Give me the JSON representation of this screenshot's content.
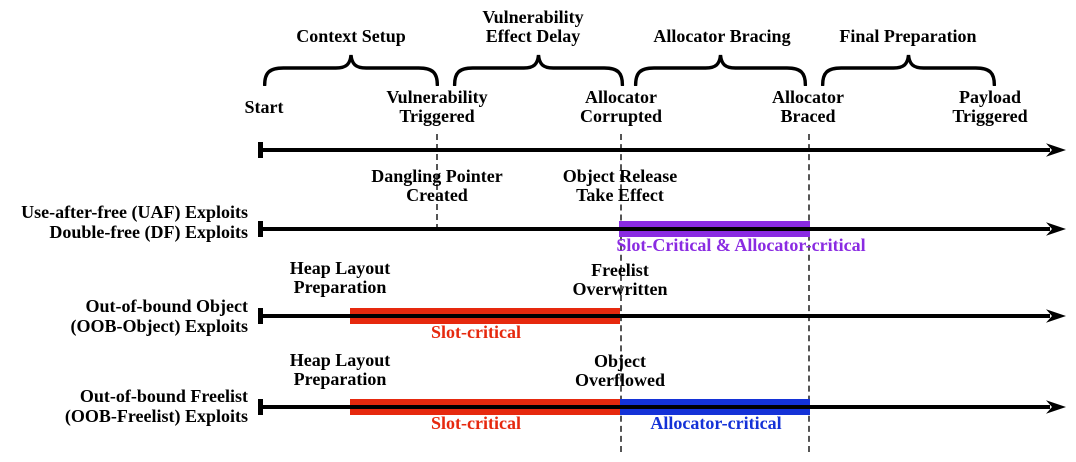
{
  "colors": {
    "slot_critical": "#E6290E",
    "allocator_critical": "#1432D7",
    "slot_and_allocator_critical": "#8A2BE2",
    "line": "#000000",
    "dashed": "#555555"
  },
  "header": {
    "phases": [
      {
        "label": "Context Setup"
      },
      {
        "label": "Vulnerability\nEffect Delay"
      },
      {
        "label": "Allocator Bracing"
      },
      {
        "label": "Final Preparation"
      }
    ],
    "milestones": [
      {
        "label": "Start"
      },
      {
        "label": "Vulnerability\nTriggered"
      },
      {
        "label": "Allocator\nCorrupted"
      },
      {
        "label": "Allocator\nBraced"
      },
      {
        "label": "Payload\nTriggered"
      }
    ]
  },
  "rows": [
    {
      "label": "Use-after-free (UAF) Exploits\nDouble-free (DF) Exploits",
      "events": [
        {
          "label": "Dangling Pointer\nCreated"
        },
        {
          "label": "Object Release\nTake Effect"
        }
      ],
      "bars": [
        {
          "type": "slot-and-allocator-critical",
          "caption": "Slot-Critical & Allocator-critical"
        }
      ]
    },
    {
      "label": "Out-of-bound Object\n(OOB-Object) Exploits",
      "events": [
        {
          "label": "Heap Layout\nPreparation"
        },
        {
          "label": "Freelist\nOverwritten"
        }
      ],
      "bars": [
        {
          "type": "slot-critical",
          "caption": "Slot-critical"
        }
      ]
    },
    {
      "label": "Out-of-bound Freelist\n(OOB-Freelist) Exploits",
      "events": [
        {
          "label": "Heap Layout\nPreparation"
        },
        {
          "label": "Object\nOverflowed"
        }
      ],
      "bars": [
        {
          "type": "slot-critical",
          "caption": "Slot-critical"
        },
        {
          "type": "allocator-critical",
          "caption": "Allocator-critical"
        }
      ]
    }
  ]
}
